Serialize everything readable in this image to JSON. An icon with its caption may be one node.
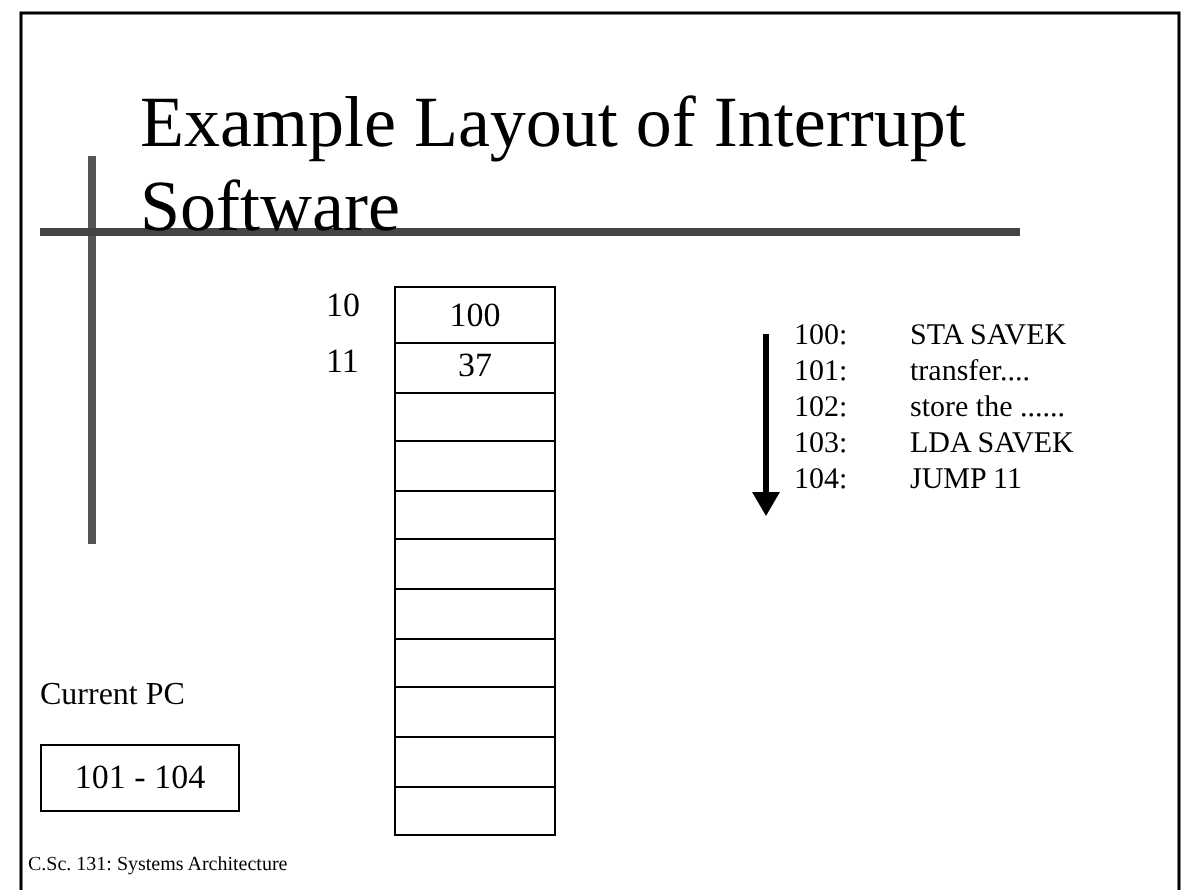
{
  "diagram": {
    "title": "Example Layout of Interrupt Software",
    "caption": "C.Sc. 131: Systems Architecture",
    "nodes": [
      {
        "text": [
          "100"
        ],
        "beside": [
          "10"
        ]
      },
      {
        "text": [
          "37"
        ],
        "beside": [
          "11"
        ]
      },
      {
        "text": [],
        "shape": "box"
      },
      {
        "text": [],
        "shape": "box"
      },
      {
        "text": [],
        "shape": "box"
      },
      {
        "text": [],
        "shape": "box"
      },
      {
        "text": [],
        "shape": "box"
      },
      {
        "text": [],
        "shape": "box"
      },
      {
        "text": [],
        "shape": "box"
      },
      {
        "text": [],
        "shape": "box"
      },
      {
        "text": [],
        "shape": "box"
      },
      {
        "text": [
          "Current PC",
          "101 - 104"
        ]
      }
    ],
    "edges": [],
    "labels": [
      "100:",
      "STA SAVEK",
      "101:",
      "transfer....",
      "102:",
      "store the ......",
      "103:",
      "LDA SAVEK",
      "104:",
      "JUMP 11"
    ]
  }
}
